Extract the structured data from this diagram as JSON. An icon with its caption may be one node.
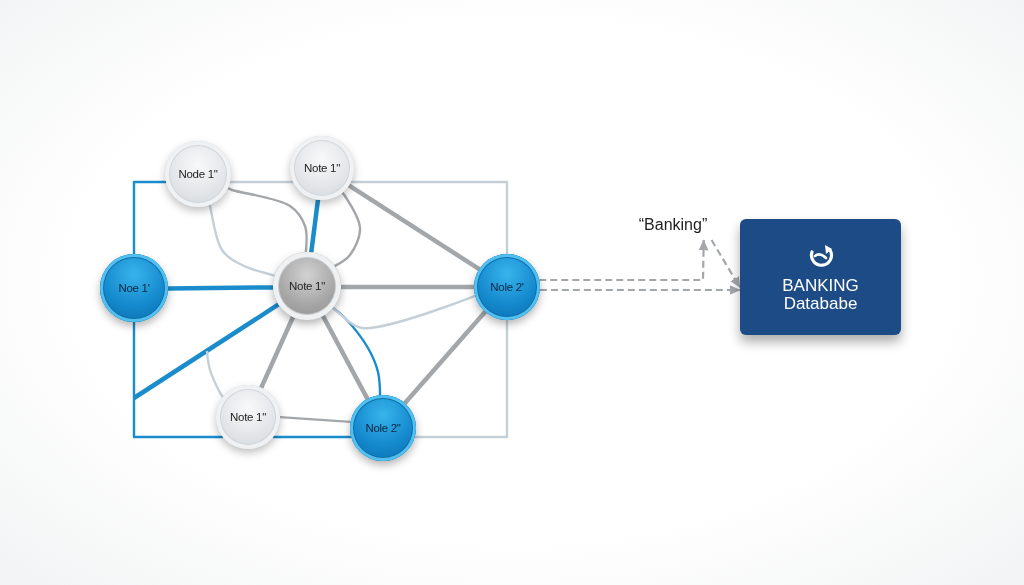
{
  "diagram": {
    "nodes": [
      {
        "text": [
          "Node 1\""
        ]
      },
      {
        "text": [
          "Note 1\""
        ]
      },
      {
        "text": [
          "Noe 1'"
        ]
      },
      {
        "text": [
          "Note 1\""
        ]
      },
      {
        "text": [
          "Nole 2'"
        ]
      },
      {
        "text": [
          "“Banking”"
        ]
      },
      {
        "text": [
          "BANKING Datababe"
        ]
      },
      {
        "text": [
          "Note 1\""
        ]
      },
      {
        "text": [
          "Nole 2\""
        ]
      }
    ],
    "edges": [
      {
        "from": 2,
        "to": 0,
        "arrow": "none",
        "color": "#1b8ccb"
      },
      {
        "from": 0,
        "to": 1,
        "arrow": "none",
        "color": "#c5cfd8"
      },
      {
        "from": 1,
        "to": 4,
        "arrow": "none",
        "color": "#c5cfd8"
      },
      {
        "from": 0,
        "to": 3,
        "arrow": "none"
      },
      {
        "from": 0,
        "to": 3,
        "arrow": "none",
        "color": "#c5cfd8"
      },
      {
        "from": 1,
        "to": 3,
        "arrow": "none",
        "style": "thick",
        "color": "#1b8ccb"
      },
      {
        "from": 1,
        "to": 3,
        "arrow": "none"
      },
      {
        "from": 1,
        "to": 4,
        "arrow": "none",
        "style": "thick"
      },
      {
        "from": 2,
        "to": 3,
        "arrow": "none",
        "style": "thick",
        "color": "#1b8ccb"
      },
      {
        "from": 3,
        "to": 4,
        "arrow": "none",
        "style": "thick"
      },
      {
        "from": 3,
        "to": null,
        "arrow": "none",
        "style": "thick",
        "color": "#1b8ccb"
      },
      {
        "from": null,
        "to": 7,
        "arrow": "none",
        "color": "#c5cfd8"
      },
      {
        "from": 3,
        "to": 7,
        "arrow": "none",
        "style": "thick"
      },
      {
        "from": 3,
        "to": 8,
        "arrow": "none",
        "style": "thick"
      },
      {
        "from": 3,
        "to": 8,
        "arrow": "none",
        "color": "#1b8ccb"
      },
      {
        "from": 3,
        "to": 4,
        "arrow": "none",
        "color": "#c5cfd8"
      },
      {
        "from": 2,
        "to": 7,
        "arrow": "none",
        "color": "#1b8ccb"
      },
      {
        "from": 7,
        "to": 8,
        "arrow": "none"
      },
      {
        "from": 7,
        "to": 8,
        "arrow": "none",
        "color": "#1b8ccb"
      },
      {
        "from": 8,
        "to": 4,
        "arrow": "none",
        "color": "#c5cfd8"
      },
      {
        "from": 8,
        "to": 4,
        "arrow": "none",
        "style": "thick"
      },
      {
        "from": 4,
        "to": 5,
        "arrow": "to",
        "style": "dashed"
      },
      {
        "from": 4,
        "to": 6,
        "arrow": "to",
        "style": "dashed"
      },
      {
        "from": 5,
        "to": 6,
        "arrow": "to",
        "style": "dashed"
      }
    ]
  }
}
